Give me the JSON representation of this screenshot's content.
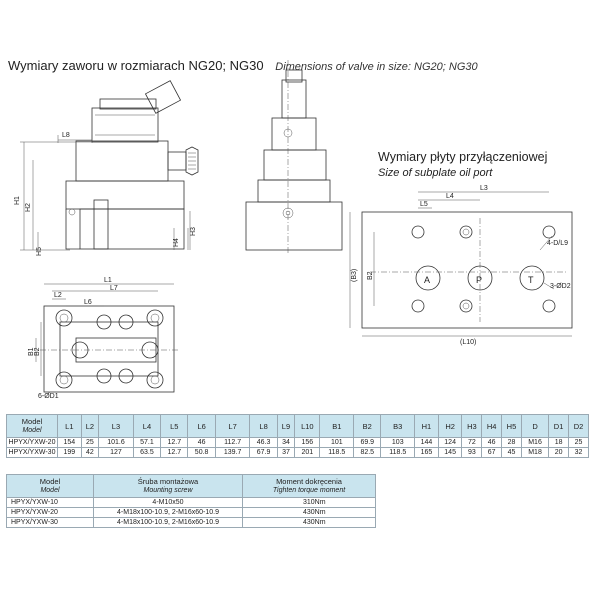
{
  "title": {
    "pl": "Wymiary zaworu w rozmiarach  NG20; NG30",
    "en": "Dimensions of valve in size: NG20; NG30"
  },
  "subplate": {
    "pl": "Wymiary płyty przyłączeniowej",
    "en": "Size of subplate oil port"
  },
  "labels": {
    "L1": "L1",
    "L2": "L2",
    "L3": "L3",
    "L4": "L4",
    "L5": "L5",
    "L6": "L6",
    "L7": "L7",
    "L8": "L8",
    "L10": "(L10)",
    "H1": "H1",
    "H2": "H2",
    "H3": "H3",
    "H4": "H4",
    "H5": "H5",
    "B1": "B1",
    "B2": "B2",
    "B3": "(B3)",
    "D1": "6-ØD1",
    "D2": "3-ØD2",
    "D": "4-D/L9",
    "portA": "A",
    "portP": "P",
    "portT": "T"
  },
  "spec_table": {
    "model_pl": "Model",
    "model_en": "Model",
    "columns": [
      "L1",
      "L2",
      "L3",
      "L4",
      "L5",
      "L6",
      "L7",
      "L8",
      "L9",
      "L10",
      "B1",
      "B2",
      "B3",
      "H1",
      "H2",
      "H3",
      "H4",
      "H5",
      "D",
      "D1",
      "D2"
    ],
    "rows": [
      {
        "model": "HPYX/YXW-20",
        "values": [
          "154",
          "25",
          "101.6",
          "57.1",
          "12.7",
          "46",
          "112.7",
          "46.3",
          "34",
          "156",
          "101",
          "69.9",
          "103",
          "144",
          "124",
          "72",
          "46",
          "28",
          "M16",
          "18",
          "25"
        ]
      },
      {
        "model": "HPYX/YXW-30",
        "values": [
          "199",
          "42",
          "127",
          "63.5",
          "12.7",
          "50.8",
          "139.7",
          "67.9",
          "37",
          "201",
          "118.5",
          "82.5",
          "118.5",
          "165",
          "145",
          "93",
          "67",
          "45",
          "M18",
          "20",
          "32"
        ]
      }
    ]
  },
  "torque_table": {
    "h1_pl": "Model",
    "h1_en": "Model",
    "h2_pl": "Śruba montażowa",
    "h2_en": "Mounting screw",
    "h3_pl": "Moment dokręcenia",
    "h3_en": "Tighten torque moment",
    "rows": [
      {
        "model": "HPYX/YXW-10",
        "screw": "4-M10x50",
        "torque": "310Nm"
      },
      {
        "model": "HPYX/YXW-20",
        "screw": "4-M18x100-10.9, 2-M16x60-10.9",
        "torque": "430Nm"
      },
      {
        "model": "HPYX/YXW-30",
        "screw": "4-M18x100-10.9, 2-M16x60-10.9",
        "torque": "430Nm"
      }
    ]
  }
}
